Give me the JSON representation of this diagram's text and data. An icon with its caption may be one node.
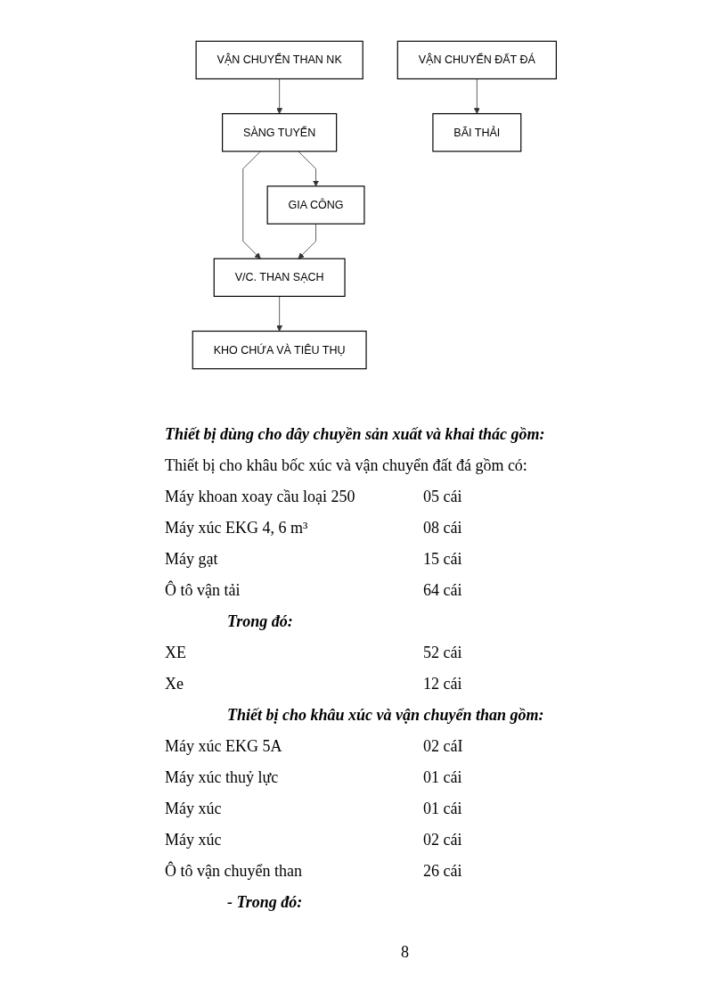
{
  "diagram": {
    "nodes": [
      {
        "text": [
          "VẬN CHUYỂN THAN NK"
        ]
      },
      {
        "text": [
          "VẬN CHUYỂN ĐẤT ĐÁ"
        ]
      },
      {
        "text": [
          "SÀNG TUYỂN"
        ]
      },
      {
        "text": [
          "GIA CÔNG"
        ]
      },
      {
        "text": [
          "BÃI THẢI"
        ]
      },
      {
        "text": [
          "V/C. THAN SẠCH"
        ]
      },
      {
        "text": [
          "KHO CHỨA VÀ TIÊU THỤ"
        ]
      }
    ],
    "edges": [
      {
        "from": 1,
        "to": 4,
        "arrow": "to"
      },
      {
        "from": 0,
        "to": 2,
        "arrow": "to"
      },
      {
        "from": 2,
        "to": 3,
        "arrow": "to"
      },
      {
        "from": 2,
        "to": 5,
        "arrow": "to"
      },
      {
        "from": 3,
        "to": 5,
        "arrow": "to"
      },
      {
        "from": 5,
        "to": 6,
        "arrow": "to"
      }
    ],
    "labels": [
      "Thiết bị dùng cho dây chuyền sản xuất và khai thác gồm:",
      "Thiết bị cho khâu bốc xúc và vận chuyển đất đá gồm có:",
      "Máy khoan xoay cầu loại 250",
      "05 cái",
      "Máy xúc EKG 4, 6 m³",
      "08 cái",
      "Máy gạt",
      "15 cái",
      "Ô tô vận tải",
      "64 cái",
      "Trong đó:",
      "XE",
      "52 cái",
      "Xe",
      "12 cái",
      "Thiết bị cho khâu xúc và vận chuyển than gồm:",
      "Máy xúc EKG 5A",
      "02 cáI",
      "Máy xúc thuỷ lực",
      "01 cái",
      "Máy xúc",
      "01 cái",
      "Máy xúc",
      "02 cái",
      "Ô tô vận chuyển than",
      "26 cái",
      "- Trong đó:",
      "8"
    ]
  }
}
